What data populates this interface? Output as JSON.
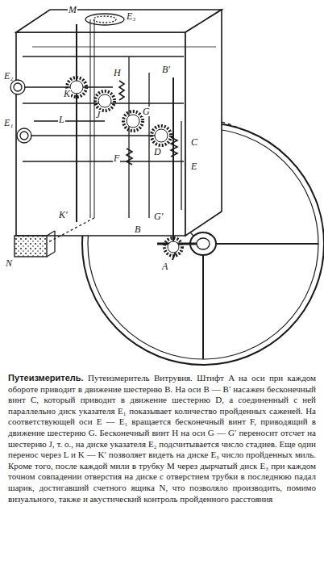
{
  "diagram": {
    "title": "Путеизмеритель.",
    "caption": "Путеизмеритель Витрувия. Штифт A на оси при каждом обороте приводит в движение шестерню B. На оси B — B′ насажен бесконечный винт C, который приводит в движение шестерню D, а соединенный с ней параллельно диск указателя E₁ показывает количество пройденных саженей. На соответствующей оси E — E₁ вращается бесконечный винт F, приводящий в движение шестерню G. Бесконечный винт H на оси G — G′ переносит отсчет на шестерню J, т. о., на диске указателя E₂ подсчитывается число стадиев. Еще один перенос через L и K — K′ позволяет видеть на диске E₃ число пройденных миль. Кроме того, после каждой мили в трубку M через дырчатый диск E₃ при каждом точном совпадении отверстия на диске с отверстием трубки в последнюю падал шарик, достигавший счетного ящика N, что позволяло производить, помимо визуального, также и акустический контроль пройденного расстояния",
    "labels": [
      "M",
      "E₃",
      "E₂",
      "K",
      "H",
      "B′",
      "E₁",
      "L",
      "J",
      "G",
      "D",
      "C",
      "E",
      "F",
      "K′",
      "G′",
      "B",
      "A",
      "N"
    ]
  }
}
